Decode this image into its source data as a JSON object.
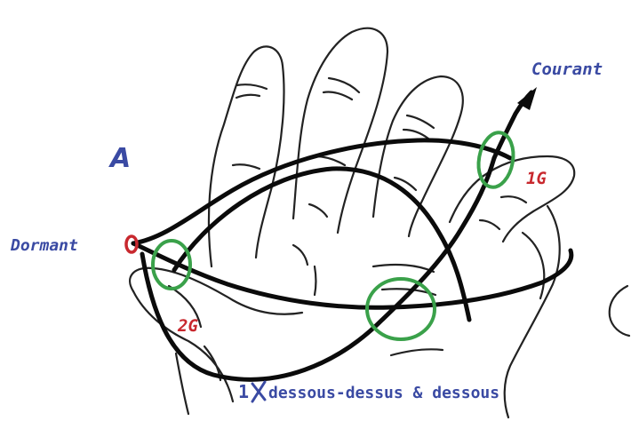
{
  "labels": {
    "section": "A",
    "courant": "Courant",
    "dormant": "Dormant",
    "g1": "1G",
    "g2": "2G",
    "instruction_count": "1",
    "instruction_text": "dessous-dessus & dessous"
  },
  "colors": {
    "sketch": "#222222",
    "rope": "#0b0b0b",
    "circle": "#3aa14a",
    "label_blue": "#3a4aa3",
    "label_red": "#c8282e"
  },
  "icons": {
    "arrow": "arrow-up-right-icon",
    "cross": "x-mark-icon",
    "loop": "rope-end-loop-icon"
  }
}
